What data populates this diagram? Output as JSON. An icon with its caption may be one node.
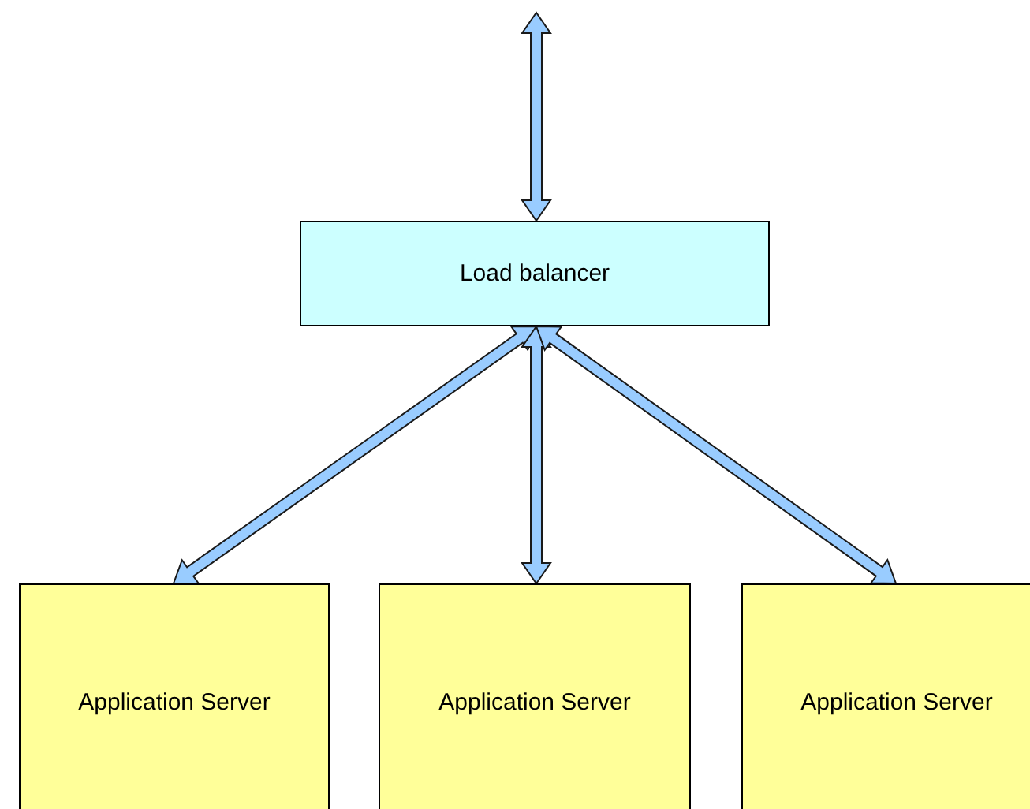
{
  "diagram": {
    "nodes": [
      {
        "text": [
          "Load balancer"
        ]
      },
      {
        "text": [
          "Application Server"
        ]
      },
      {
        "text": [
          "Application Server"
        ]
      },
      {
        "text": [
          "Application Server"
        ]
      }
    ],
    "edges": [
      {
        "from": null,
        "to": 0,
        "arrow": "both"
      },
      {
        "from": 0,
        "to": 1,
        "arrow": "both"
      },
      {
        "from": 0,
        "to": 2,
        "arrow": "both"
      },
      {
        "from": 0,
        "to": 3,
        "arrow": "both"
      }
    ]
  }
}
